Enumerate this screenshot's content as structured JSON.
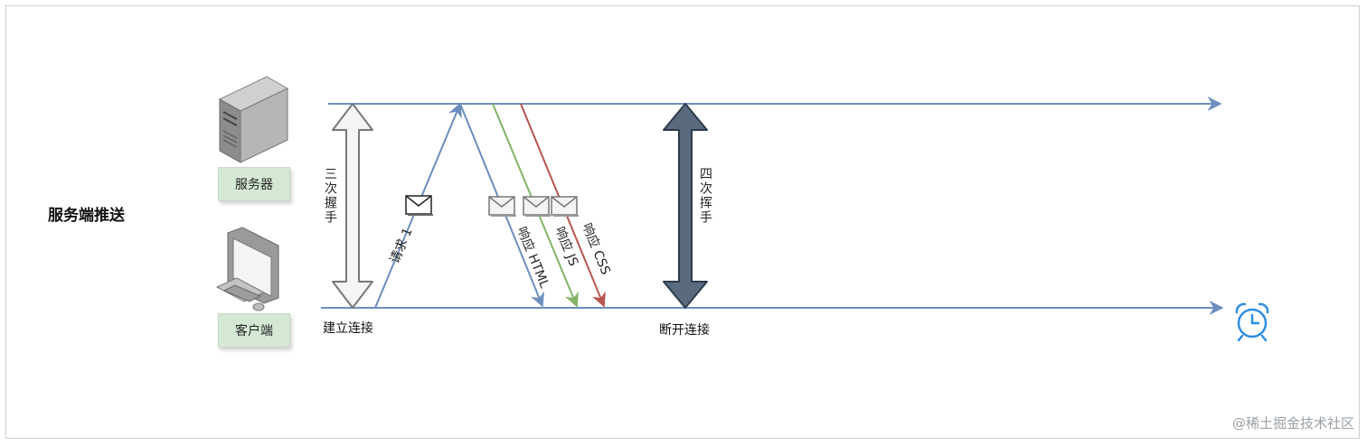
{
  "title": "服务端推送",
  "server_label": "服务器",
  "client_label": "客户端",
  "connect_label": "建立连接",
  "disconnect_label": "断开连接",
  "handshake_label": "三次握手",
  "wave_label": "四次挥手",
  "request_label": "请求 1",
  "responses": [
    {
      "label": "响应 HTML",
      "color": "#6c8ebf"
    },
    {
      "label": "响应 JS",
      "color": "#82b366"
    },
    {
      "label": "响应 CSS",
      "color": "#b85450"
    }
  ],
  "watermark": "@稀土掘金技术社区",
  "colors": {
    "timeline": "#6c8ebf",
    "handshake_arrow_fill": "#f5f5f5",
    "wave_arrow_fill": "#5a6b80"
  },
  "icons": [
    "server-icon",
    "computer-icon",
    "envelope-icon",
    "alarm-clock-icon"
  ]
}
